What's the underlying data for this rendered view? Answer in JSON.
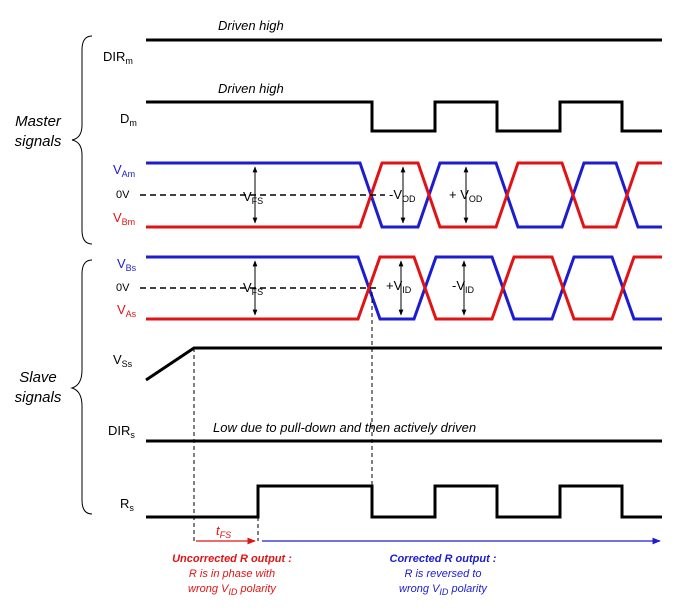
{
  "groups": {
    "master": [
      "Master",
      "signals"
    ],
    "slave": [
      "Slave",
      "signals"
    ]
  },
  "signals": {
    "dir_m": {
      "main": "DIR",
      "sub": "m"
    },
    "d_m": {
      "main": "D",
      "sub": "m"
    },
    "va_m": {
      "main": "V",
      "sub": "Am"
    },
    "zero_v_master": "0V",
    "vb_m": {
      "main": "V",
      "sub": "Bm"
    },
    "vb_s": {
      "main": "V",
      "sub": "Bs"
    },
    "zero_v_slave": "0V",
    "va_s": {
      "main": "V",
      "sub": "As"
    },
    "vs_s": {
      "main": "V",
      "sub": "Ss"
    },
    "dir_s": {
      "main": "DIR",
      "sub": "s"
    },
    "r_s": {
      "main": "R",
      "sub": "s"
    }
  },
  "annotations": {
    "dir_m_note": "Driven high",
    "d_m_note": "Driven high",
    "dir_s_note": "Low due to pull-down and then actively driven",
    "vfs_master": {
      "main": "V",
      "sub": "FS"
    },
    "vod_neg": {
      "main": "-V",
      "sub": "OD"
    },
    "vod_pos": {
      "main": "+ V",
      "sub": "OD"
    },
    "vfs_slave": {
      "main": "V",
      "sub": "FS"
    },
    "vid_pos": {
      "main": "+V",
      "sub": "ID"
    },
    "vid_neg": {
      "main": "-V",
      "sub": "ID"
    },
    "tfs": {
      "main": "t",
      "sub": "FS"
    }
  },
  "captions": {
    "uncorrected": {
      "title": "Uncorrected R output :",
      "line1": "R is in phase with",
      "line2_pre": "wrong V",
      "line2_sub": "ID",
      "line2_post": " polarity"
    },
    "corrected": {
      "title": "Corrected R output :",
      "line1": "R is reversed to",
      "line2_pre": "wrong V",
      "line2_sub": "ID",
      "line2_post": " polarity"
    }
  },
  "colors": {
    "blue": "#1c1cd0",
    "red": "#e01414",
    "black": "#000000"
  }
}
